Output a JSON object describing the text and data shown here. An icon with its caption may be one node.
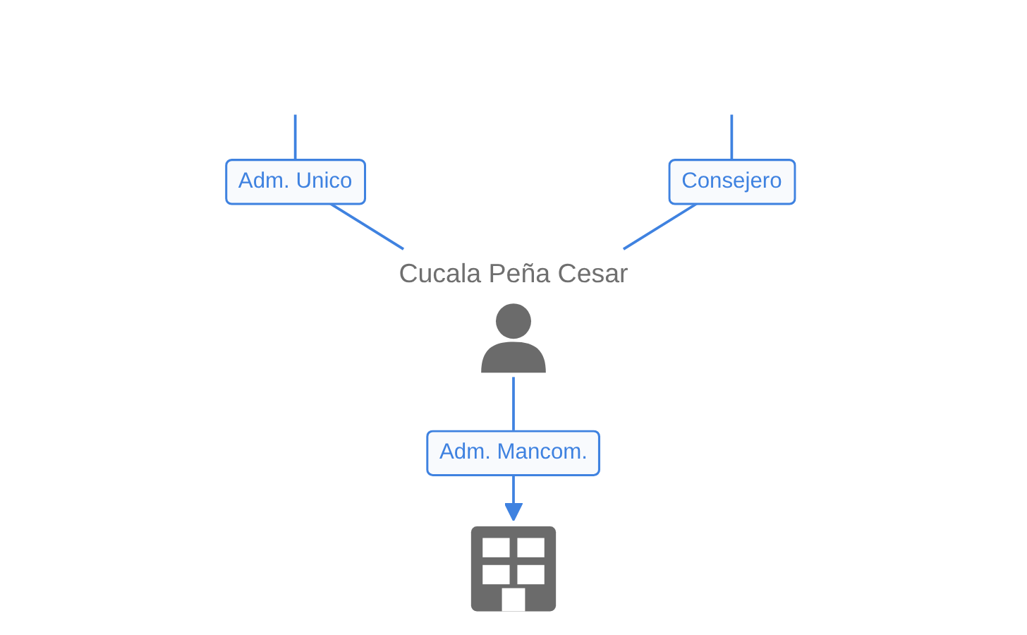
{
  "diagram": {
    "nodes": [
      {
        "text": [
          "Cucala Peña Cesar"
        ]
      },
      {
        "text": [],
        "shape": "picture"
      }
    ],
    "edges": [
      {
        "from": null,
        "to": 0,
        "arrow": "none",
        "label": "Adm. Unico"
      },
      {
        "from": null,
        "to": 0,
        "arrow": "none",
        "label": "Consejero"
      },
      {
        "from": 0,
        "to": 1,
        "arrow": "to",
        "label": "Adm. Mancom."
      }
    ]
  }
}
